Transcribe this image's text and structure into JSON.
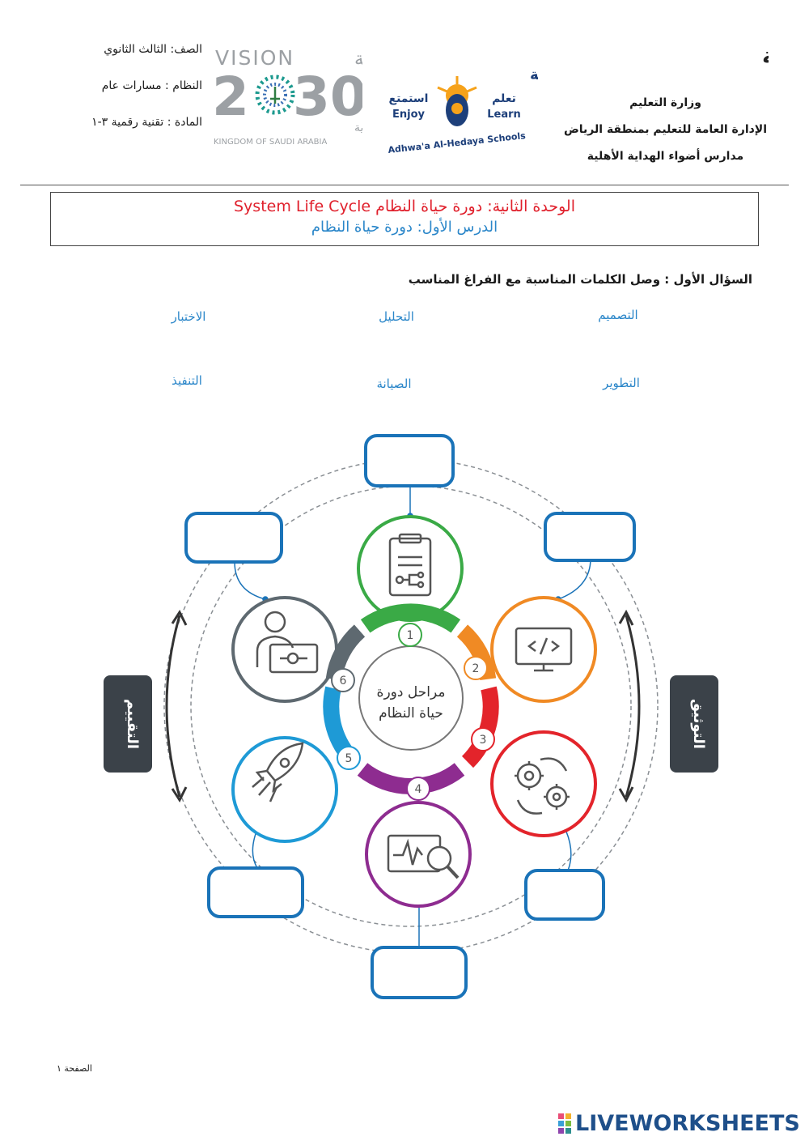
{
  "header": {
    "grade": "الصف: الثالث الثانوي",
    "system": "النظام : مسارات عام",
    "subject": "المادة :  تقنية رقمية ٣-١",
    "vision_title": "VISION",
    "vision_ar": "رؤيـــة",
    "vision_year_a": "2",
    "vision_year_b": "30",
    "vision_kingdom_ar": "المملكة العربية السعودية",
    "vision_kingdom_en": "KINGDOM OF SAUDI ARABIA",
    "school_logo_ar": "مدارس أضواء الهداية",
    "school_learn_ar": "تعلم",
    "school_learn_en": "Learn",
    "school_enjoy_ar": "استمتع",
    "school_enjoy_en": "Enjoy",
    "school_logo_en": "Adhwa'a Al-Hedaya Schools",
    "kingdom_calligraphy": "المملكة العربية السعودية",
    "ministry": "وزارة التعليم",
    "directorate": "الإدارة العامة للتعليم بمنطقة الرياض",
    "school": "مدارس أضواء الهداية الأهلية"
  },
  "title_box": {
    "unit": "الوحدة الثانية: دورة حياة النظام  System Life Cycle",
    "lesson": "الدرس الأول: دورة حياة النظام"
  },
  "question": {
    "text": "السؤال الأول : وصل الكلمات المناسبة مع الفراغ المناسب",
    "words": [
      "التصميم",
      "التحليل",
      "الاختبار",
      "التطوير",
      "الصيانة",
      "التنفيذ"
    ]
  },
  "diagram": {
    "center_line1": "مراحل دورة",
    "center_line2": "حياة النظام",
    "steps": [
      "1",
      "2",
      "3",
      "4",
      "5",
      "6"
    ],
    "left_tab": "التقييم",
    "right_tab": "التوثيق",
    "colors": {
      "step1": "#3aaa46",
      "step2": "#f08a24",
      "step3": "#e3242b",
      "step4": "#8e2c90",
      "step5": "#1e9ad6",
      "step6": "#5e6970",
      "box_border": "#1a73b8",
      "tab_bg": "#3b4249"
    }
  },
  "footer": {
    "page": "الصفحة ١",
    "brand": "LIVEWORKSHEETS"
  }
}
